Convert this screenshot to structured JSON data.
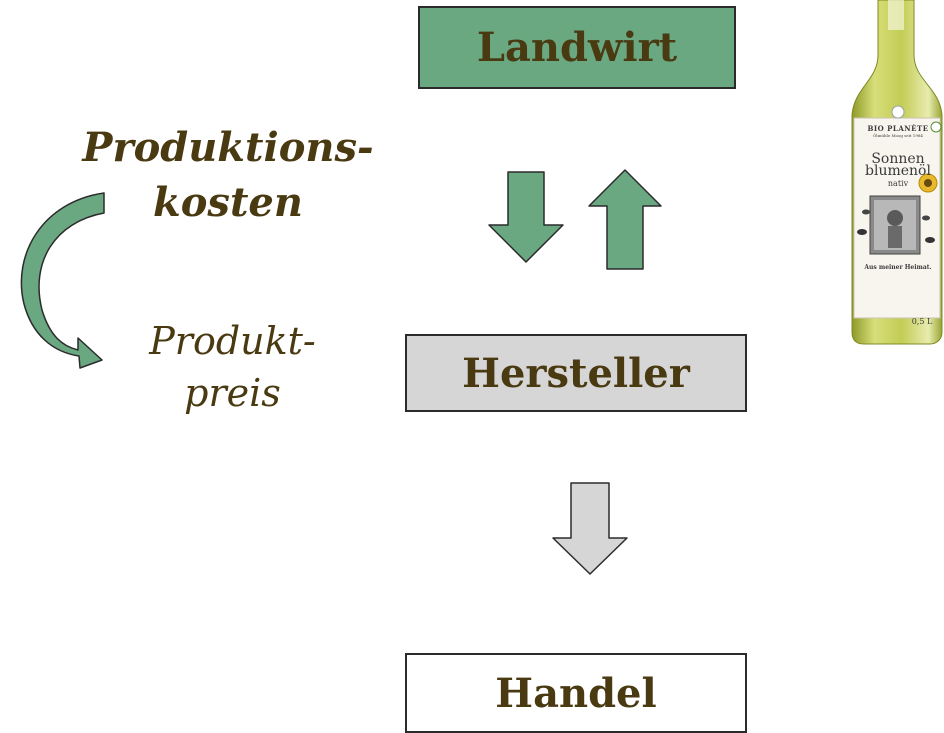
{
  "boxes": {
    "landwirt": "Landwirt",
    "hersteller": "Hersteller",
    "handel": "Handel"
  },
  "left_labels": {
    "produktionskosten_line1": "Produktions-",
    "produktionskosten_line2": "kosten",
    "produktpreis_line1": "Produkt-",
    "produktpreis_line2": "preis"
  },
  "bottle": {
    "brand": "BIO PLANÈTE",
    "subtitle": "Ölmühle Moog seit 1984",
    "name_line1": "Sonnen",
    "name_line2": "blumenöl",
    "variant": "nativ",
    "tagline": "Aus meiner Heimat.",
    "volume": "0,5 L"
  },
  "colors": {
    "green": "#6aa881",
    "gray": "#d6d6d6",
    "text_brown": "#4a3a12",
    "bottle_glass": "#b7c24a"
  }
}
